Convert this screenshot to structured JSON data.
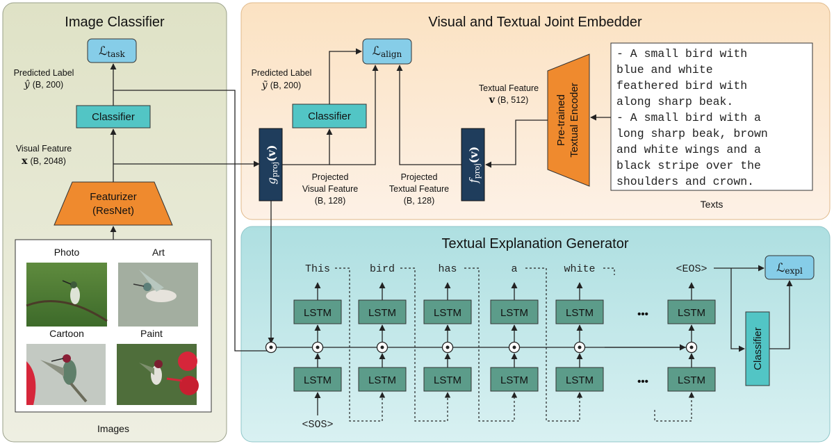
{
  "colors": {
    "panel_classifier": "#e3e6cf",
    "panel_embedder": "#fbe8cf",
    "panel_generator": "#bfe4e6",
    "teal_box": "#52c5c5",
    "orange": "#ef8a2e",
    "navy": "#1f3d5c",
    "lstm": "#5c9c8a",
    "loss_blue": "#86cde8"
  },
  "image_classifier": {
    "title": "Image Classifier",
    "loss_base": "ℒ",
    "loss_sub": "task",
    "pred_label": "Predicted Label",
    "pred_symbol": "ŷ",
    "pred_shape": "(B, 200)",
    "classifier_label": "Classifier",
    "visual_feature": "Visual Feature",
    "visual_symbol": "x",
    "visual_shape": "(B, 2048)",
    "featurizer_line1": "Featurizer",
    "featurizer_line2": "(ResNet)",
    "images_caption": "Images",
    "domains": [
      "Photo",
      "Art",
      "Cartoon",
      "Paint"
    ]
  },
  "joint_embedder": {
    "title": "Visual and Textual Joint Embedder",
    "loss_base": "ℒ",
    "loss_sub": "align",
    "pred_label": "Predicted Label",
    "pred_symbol": "ỹ",
    "pred_shape": "(B, 200)",
    "classifier_label": "Classifier",
    "gproj_base": "g",
    "gproj_sub": "proj",
    "gproj_arg": "(v)",
    "fproj_base": "f",
    "fproj_sub": "proj",
    "fproj_arg": "(v)",
    "proj_visual_1": "Projected",
    "proj_visual_2": "Visual Feature",
    "proj_visual_3": "(B, 128)",
    "proj_textual_1": "Projected",
    "proj_textual_2": "Textual Feature",
    "proj_textual_3": "(B, 128)",
    "textual_feature": "Textual Feature",
    "textual_symbol": "v",
    "textual_shape": "(B, 512)",
    "encoder_line1": "Pre-trained",
    "encoder_line2": "Textual Encoder",
    "texts_caption": "Texts",
    "text_lines": [
      "- A small bird with",
      "blue and white",
      "feathered bird with",
      "along sharp beak.",
      "- A small bird with a",
      "long sharp beak, brown",
      "and white wings and a",
      "black stripe over the",
      "shoulders and crown."
    ]
  },
  "generator": {
    "title": "Textual Explanation Generator",
    "lstm_label": "LSTM",
    "tokens": [
      "This",
      "bird",
      "has",
      "a",
      "white",
      "<EOS>"
    ],
    "start_token": "<SOS>",
    "ellipsis": "•••",
    "classifier_label": "Classifier",
    "loss_base": "ℒ",
    "loss_sub": "expl"
  }
}
